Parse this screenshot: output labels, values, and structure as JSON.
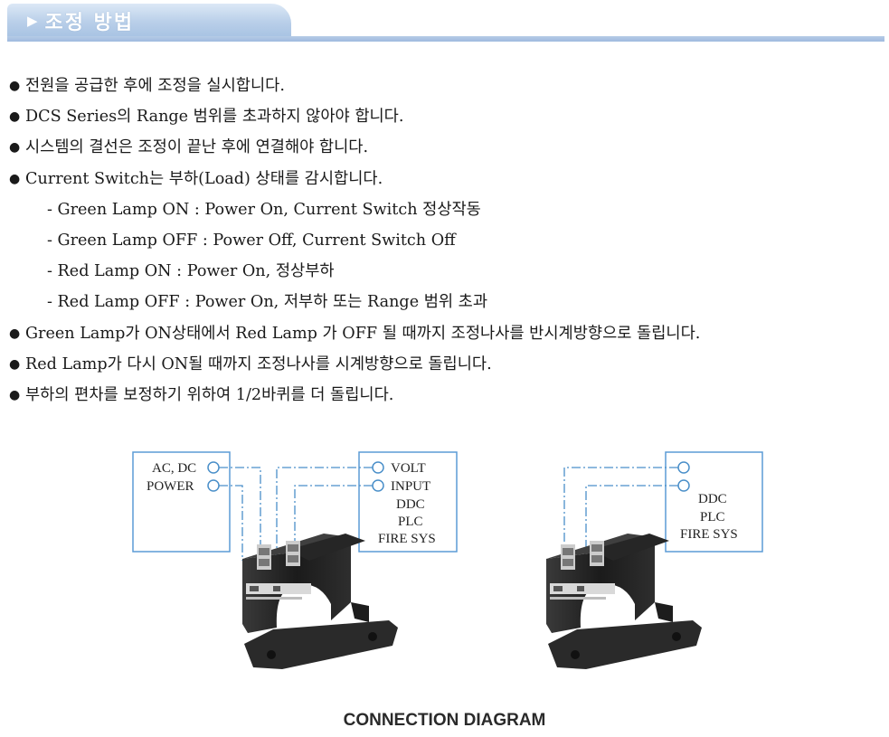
{
  "header": {
    "arrow": "▶",
    "title": "조정 방법"
  },
  "bullet_symbol": "●",
  "items": [
    {
      "text": "전원을 공급한 후에 조정을 실시합니다.",
      "sub": false
    },
    {
      "text": "DCS Series의 Range 범위를 초과하지 않아야 합니다.",
      "sub": false
    },
    {
      "text": "시스템의 결선은 조정이 끝난 후에 연결해야 합니다.",
      "sub": false
    },
    {
      "text": "Current Switch는 부하(Load) 상태를 감시합니다.",
      "sub": false
    },
    {
      "text": "- Green Lamp ON : Power On, Current Switch 정상작동",
      "sub": true
    },
    {
      "text": "- Green Lamp OFF : Power Off, Current Switch Off",
      "sub": true
    },
    {
      "text": "- Red Lamp ON : Power On, 정상부하",
      "sub": true
    },
    {
      "text": "- Red Lamp OFF : Power On, 저부하 또는 Range 범위 초과",
      "sub": true
    },
    {
      "text": "Green Lamp가 ON상태에서 Red Lamp 가 OFF 될 때까지 조정나사를 반시계방향으로 돌립니다.",
      "sub": false
    },
    {
      "text": "Red Lamp가 다시 ON될 때까지 조정나사를 시계방향으로 돌립니다.",
      "sub": false
    },
    {
      "text": "부하의 편차를 보정하기 위하여 1/2바퀴를 더 돌립니다.",
      "sub": false
    }
  ],
  "diagram": {
    "left": {
      "source_lines": [
        "AC, DC",
        "POWER"
      ],
      "target_lines": [
        "VOLT",
        "INPUT",
        "DDC",
        "PLC",
        "FIRE SYS"
      ]
    },
    "right": {
      "target_lines": [
        "DDC",
        "PLC",
        "FIRE SYS"
      ]
    },
    "colors": {
      "box_border": "#5b9bd5",
      "wire": "#4a8fc9",
      "sensor_body": "#1e1e1e"
    }
  },
  "caption": "CONNECTION DIAGRAM"
}
